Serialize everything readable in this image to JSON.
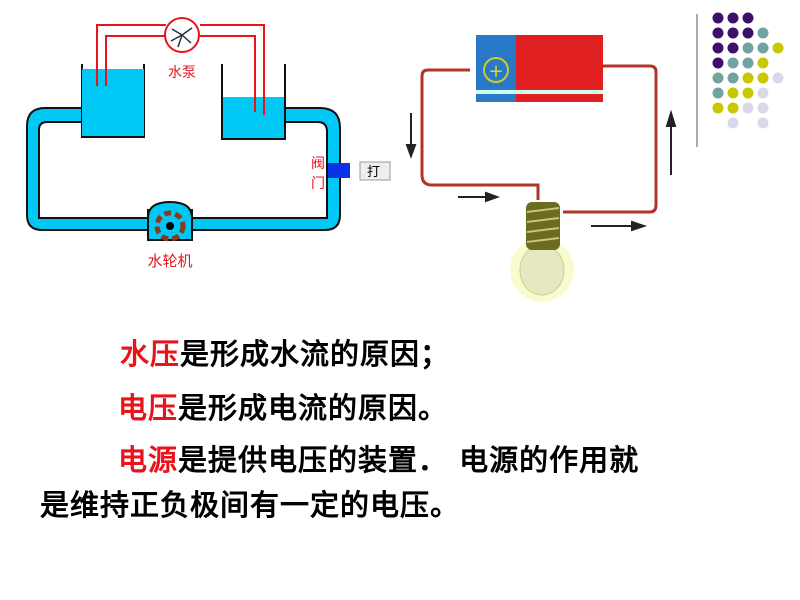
{
  "diagram_water": {
    "pump_label": "水泵",
    "valve_label": "阀门",
    "turbine_label": "水轮机",
    "open_button": "打开"
  },
  "colors": {
    "accent_red": "#e8141b",
    "water": "#00c8f5",
    "purple": "#3f0f6e",
    "teal": "#6ea3a0",
    "yellow": "#c8c800",
    "lavender": "#d8d8ea"
  },
  "dot_grid": [
    [
      "P",
      "P",
      "P",
      "",
      ""
    ],
    [
      "P",
      "P",
      "P",
      "T",
      ""
    ],
    [
      "P",
      "P",
      "T",
      "T",
      "Y"
    ],
    [
      "P",
      "T",
      "T",
      "Y",
      ""
    ],
    [
      "T",
      "T",
      "Y",
      "Y",
      "L"
    ],
    [
      "T",
      "Y",
      "Y",
      "L",
      ""
    ],
    [
      "Y",
      "Y",
      "L",
      "L",
      ""
    ],
    [
      "",
      "L",
      "",
      "L",
      ""
    ]
  ],
  "text": {
    "l1_hl": "水压",
    "l1_rest": "是形成水流的原因；",
    "l2_hl": "电压",
    "l2_rest": "是形成电流的原因。",
    "l3_hl": "电源",
    "l3_rest": "是提供电压的装置． 电源的作用就",
    "l4": "是维持正负极间有一定的电压。"
  }
}
